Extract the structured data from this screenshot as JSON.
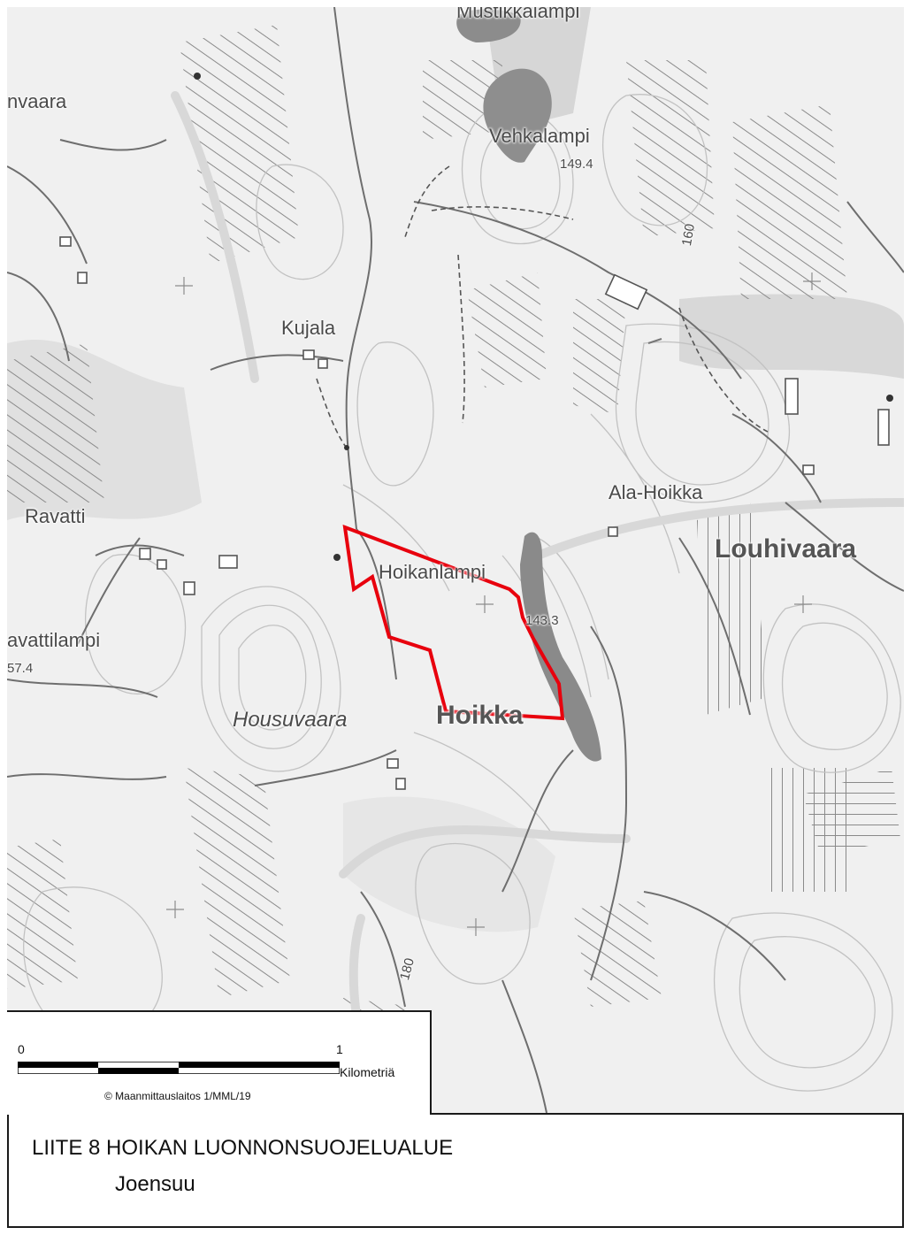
{
  "map": {
    "place_labels": {
      "mustikkalampi": "Mustikkalampi",
      "vehkalampi": "Vehkalampi",
      "vehkalampi_elev": "149.4",
      "nvaara": "nvaara",
      "elev_160": "160",
      "kujala": "Kujala",
      "ala_hoikka": "Ala-Hoikka",
      "louhivaara": "Louhivaara",
      "ravatti": "Ravatti",
      "hoikanlampi": "Hoikanlampi",
      "hoikanlampi_elev": "143.3",
      "ravattilampi": "avattilampi",
      "ravattilampi_elev": "57.4",
      "housuvaara": "Housuvaara",
      "hoikka": "Hoikka",
      "elev_180": "180"
    },
    "boundary_color": "#e8000d"
  },
  "scale": {
    "start_label": "0",
    "end_label": "1",
    "unit": "Kilometriä",
    "copyright": "© Maanmittauslaitos 1/MML/19"
  },
  "caption": {
    "title": "LIITE 8  HOIKAN LUONNONSUOJELUALUE",
    "subtitle": "Joensuu"
  }
}
